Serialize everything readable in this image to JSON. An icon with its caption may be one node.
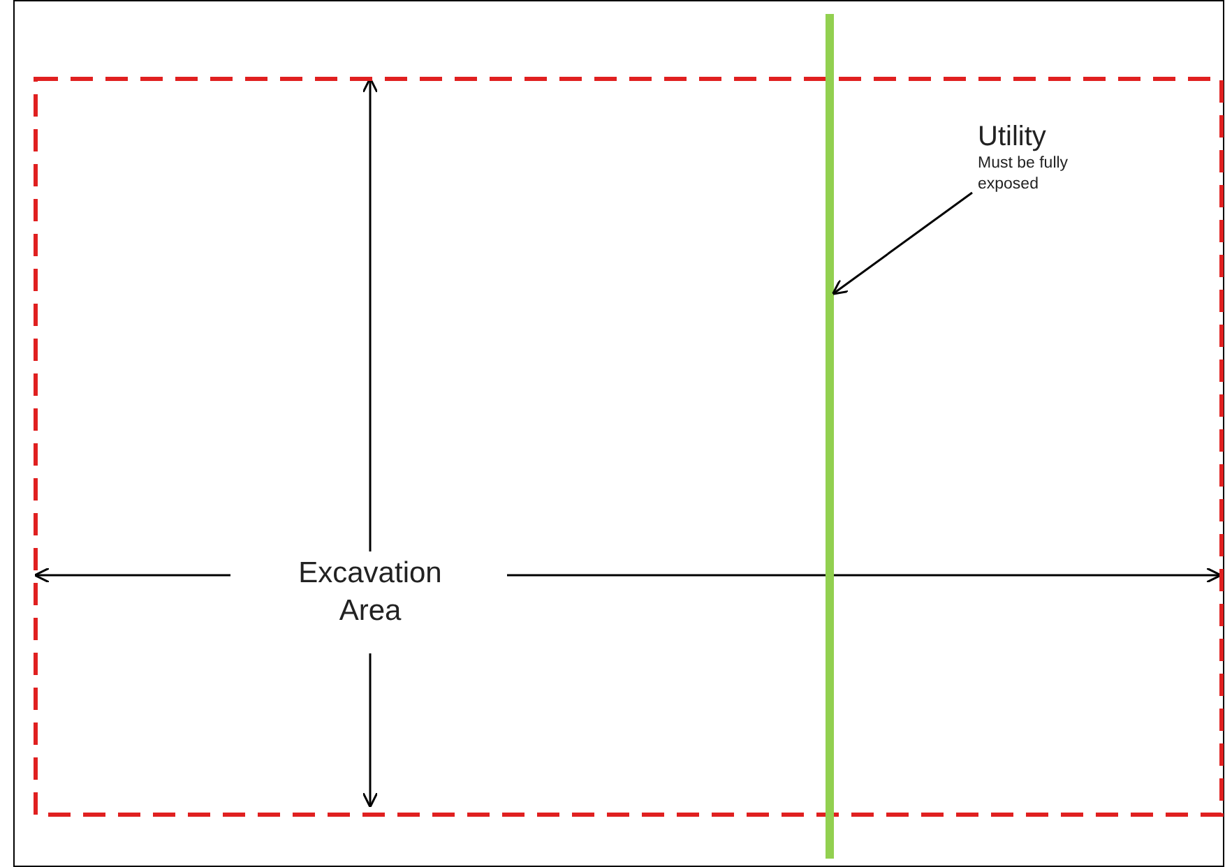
{
  "diagram": {
    "nodes": [
      {
        "text": [
          "Excavation Area"
        ]
      },
      {
        "text": [
          "Utility",
          "Must be fully exposed"
        ],
        "in": 0
      },
      {
        "text": [],
        "shape": "bar"
      }
    ],
    "edges": [
      {
        "from": 1,
        "to": 2,
        "arrow": "to"
      }
    ]
  }
}
